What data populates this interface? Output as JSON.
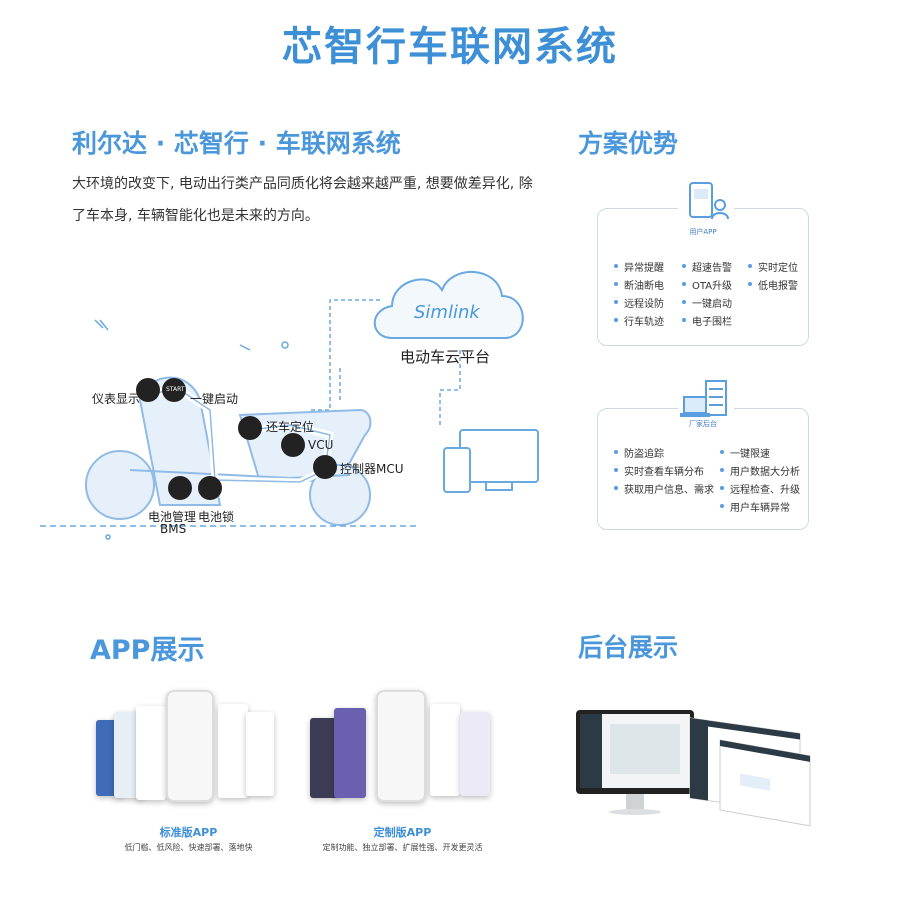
{
  "title": "芯智行车联网系统",
  "left_section": {
    "heading": "利尔达 · 芯智行 · 车联网系统",
    "intro": "大环境的改变下, 电动出行类产品同质化将会越来越严重, 想要做差异化, 除了车本身, 车辆智能化也是未来的方向。"
  },
  "diagram": {
    "cloud_logo": "Simlink",
    "cloud_label": "电动车云平台",
    "labels": {
      "dashboard": "仪表显示",
      "start": "一键启动",
      "locate": "还车定位",
      "vcu": "VCU",
      "controller": "控制器MCU",
      "bms_1": "电池管理",
      "bms_2": "BMS",
      "lock": "电池锁",
      "start_badge": "START"
    },
    "colors": {
      "line": "#6aa8e0",
      "dark": "#222222"
    }
  },
  "advantages": {
    "heading": "方案优势",
    "user_app": {
      "caption": "用户APP",
      "features": [
        "异常提醒",
        "超速告警",
        "实时定位",
        "断油断电",
        "OTA升级",
        "低电报警",
        "远程设防",
        "一键启动",
        "行车轨迹",
        "电子围栏"
      ]
    },
    "factory": {
      "caption": "厂家后台",
      "features": [
        "防盗追踪",
        "一键限速",
        "实时查看车辆分布",
        "用户数据大分析",
        "获取用户信息、需求",
        "远程检查、升级",
        "用户车辆异常"
      ]
    }
  },
  "app_section": {
    "heading": "APP展示",
    "standard": {
      "title": "标准版APP",
      "subtitle": "低门槛、低风险、快速部署、落地快"
    },
    "custom": {
      "title": "定制版APP",
      "subtitle": "定制功能、独立部署、扩展性强、开发更灵活"
    }
  },
  "backend_section": {
    "heading": "后台展示"
  },
  "accent": "#3d8fd6"
}
